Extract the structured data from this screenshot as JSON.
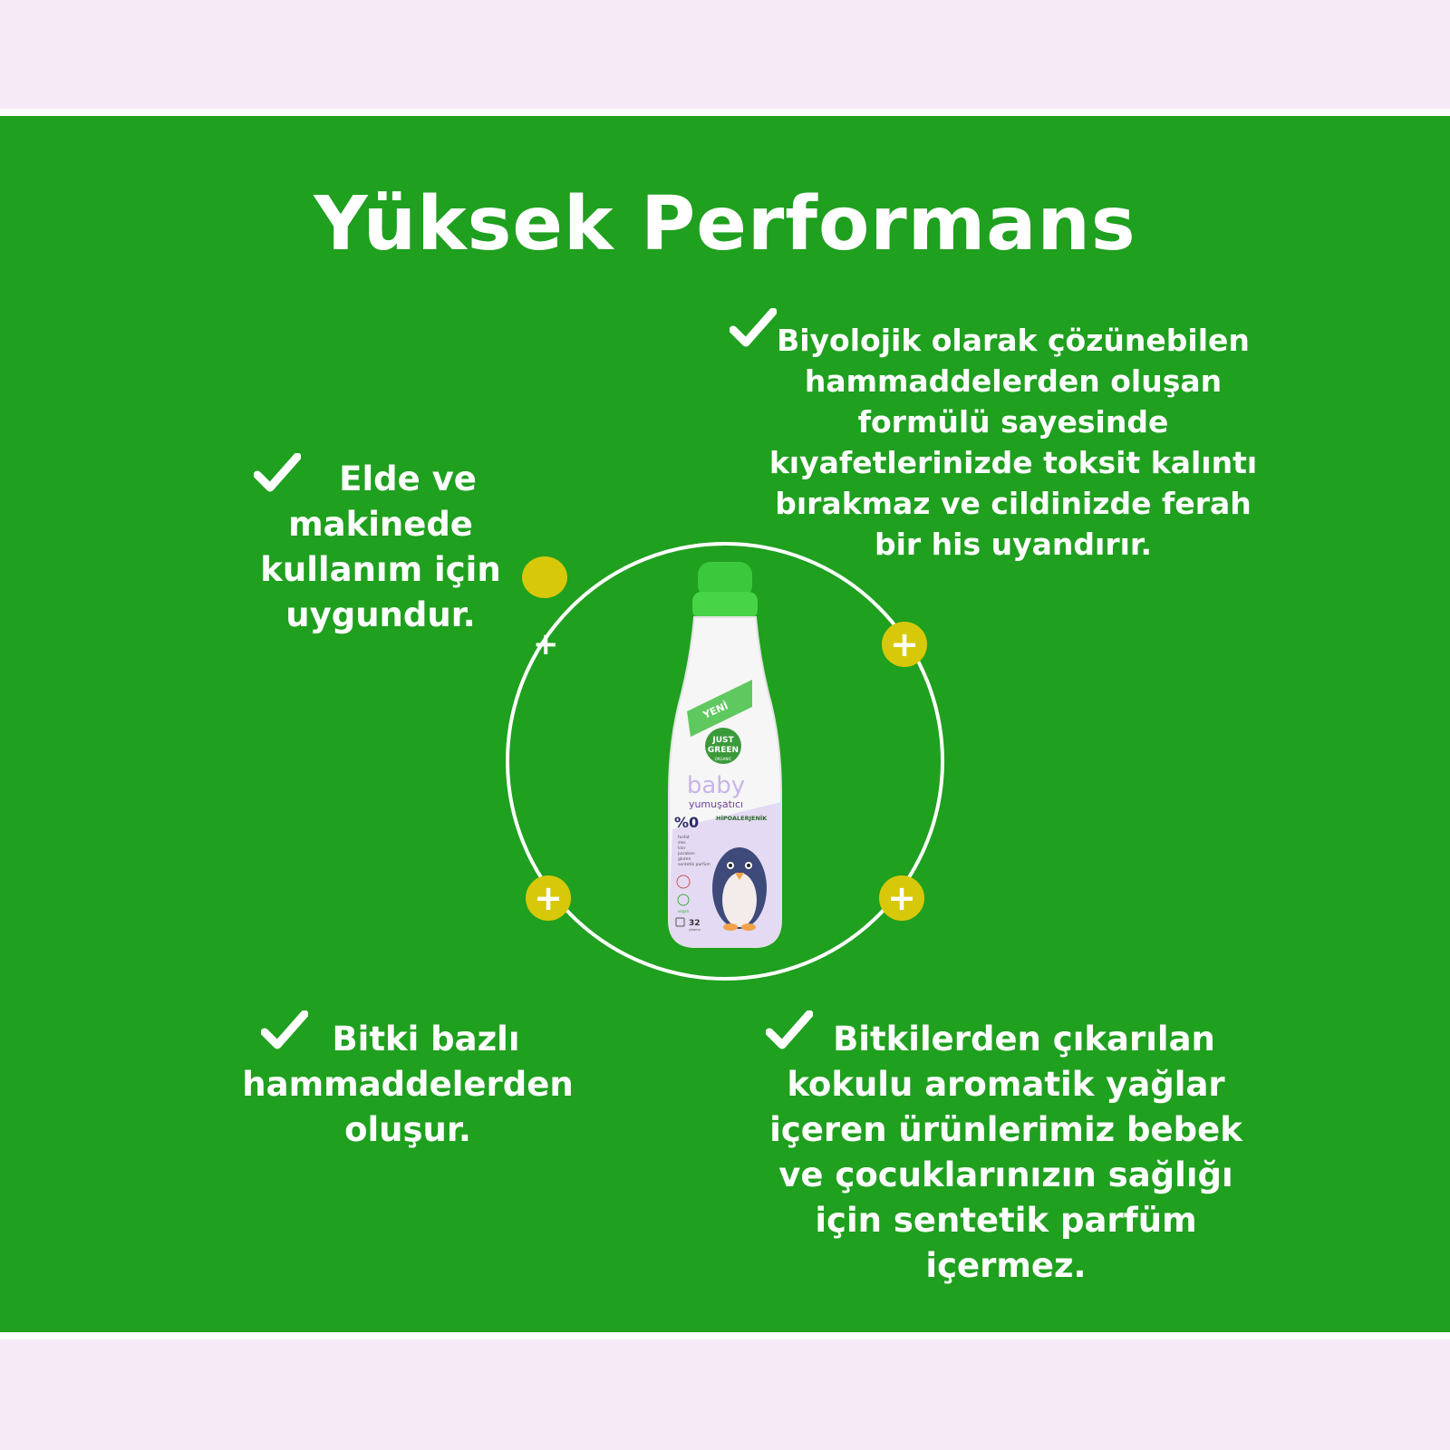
{
  "title": "Yüksek Performans",
  "features": {
    "top_left": [
      "Elde ve",
      "makinede",
      "kullanım için",
      "uygundur."
    ],
    "top_right": [
      "Biyolojik olarak çözünebilen",
      "hammaddelerden oluşan",
      "formülü sayesinde",
      "kıyafetlerinizde toksit kalıntı",
      "bırakmaz ve cildinizde ferah",
      "bir his uyandırır."
    ],
    "bottom_left": [
      "Bitki bazlı",
      "hammaddelerden",
      "oluşur."
    ],
    "bottom_right": [
      "Bitkilerden çıkarılan",
      "kokulu aromatik yağlar",
      "içeren ürünlerimiz bebek",
      "ve çocuklarınızın sağlığı",
      "için sentetik parfüm",
      "içermez."
    ]
  },
  "badge_symbol": "+",
  "bottle": {
    "ribbon": "YENİ",
    "brand_line1": "JUST",
    "brand_line2": "GREEN",
    "brand_sub": "ORGANIC",
    "product": "baby",
    "product_type": "yumuşatıcı",
    "zero": "%0",
    "free_of": [
      "fosfat",
      "sles",
      "klor",
      "paraben",
      "gluten",
      "sentetik parfüm"
    ],
    "hypo": "HİPOALERJENİK",
    "vegan": "vegan",
    "washes": "32",
    "washes_label": "yıkama"
  },
  "colors": {
    "panel_green": "#1fa01f",
    "badge_yellow": "#d8c80a",
    "background_pink": "#f7eaf7",
    "text_white": "#ffffff",
    "bottle_cap_green": "#3cc83c",
    "label_lavender": "#c7b6e6"
  }
}
